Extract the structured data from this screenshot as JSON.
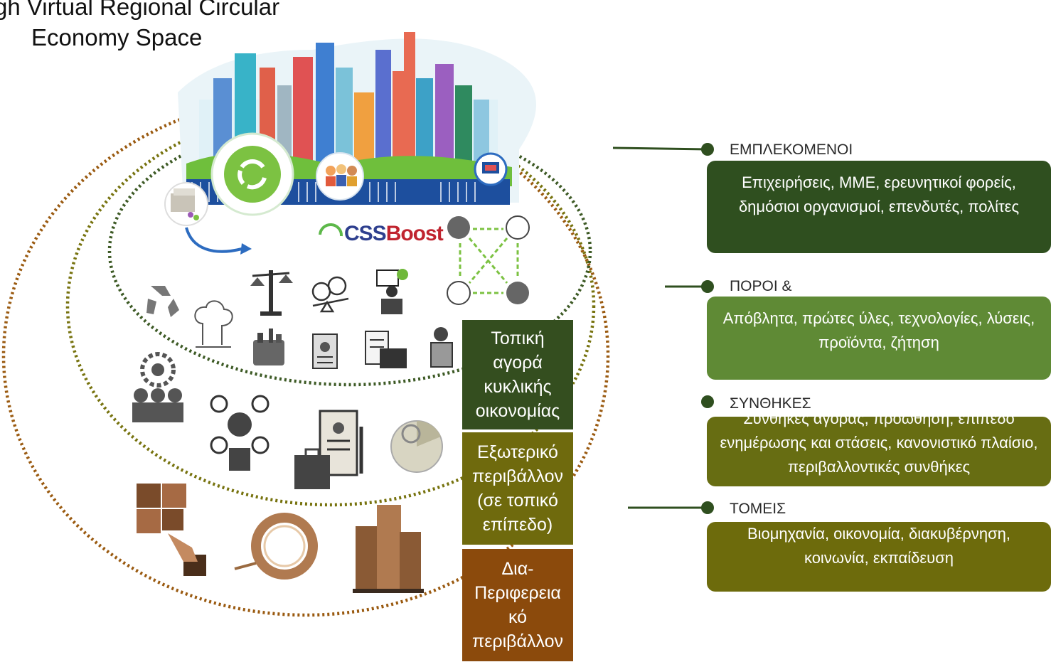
{
  "title": {
    "line1": "gh Virtual Regional Circular",
    "line2": "Economy Space"
  },
  "logo": {
    "prefix": "CSS",
    "suffix": "Boost"
  },
  "layers": [
    {
      "label": "Τοπική αγορά κυκλικής οικονομίας",
      "color": "#344e1f"
    },
    {
      "label": "Εξωτερικό περιβάλλον (σε τοπικό επίπεδο)",
      "color": "#6f6a0d"
    },
    {
      "label": "Δια-Περιφερεια κό περιβάλλον",
      "color": "#8b4a0c"
    }
  ],
  "categories": [
    {
      "label": "ΕΜΠΛΕΚΟΜΕΝΟΙ",
      "text": "Επιχειρήσεις, ΜΜΕ, ερευνητικοί φορείς, δημόσιοι οργανισμοί, επενδυτές, πολίτες",
      "color": "#2f4f1f"
    },
    {
      "label": "ΠΟΡΟΙ &",
      "text": "Απόβλητα, πρώτες ύλες, τεχνολογίες, λύσεις, προϊόντα, ζήτηση",
      "color": "#5f8a35"
    },
    {
      "label": "ΣΥΝΘΗΚΕΣ",
      "text": "Συνθήκες αγοράς, προώθηση, επίπεδο ενημέρωσης και στάσεις, κανονιστικό πλαίσιο, περιβαλλοντικές συνθήκες",
      "color": "#676d12"
    },
    {
      "label": "ΤΟΜΕΙΣ",
      "text": "Βιομηχανία, οικονομία, διακυβέρνηση, κοινωνία, εκπαίδευση",
      "color": "#6d6b0c"
    }
  ],
  "colors": {
    "ring_outer": "#9a5a10",
    "ring_middle": "#77730f",
    "ring_inner": "#3d5a25",
    "connector": "#2f4f1f"
  }
}
